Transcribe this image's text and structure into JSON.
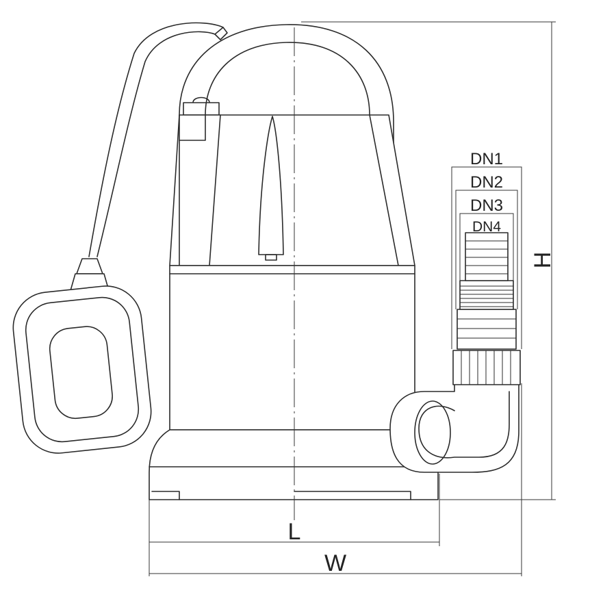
{
  "labels": {
    "dn1": "DN1",
    "dn2": "DN2",
    "dn3": "DN3",
    "dn4": "DN4",
    "height": "H",
    "length": "L",
    "width": "W"
  },
  "colors": {
    "line": "#2a2a2a",
    "background": "#ffffff"
  }
}
